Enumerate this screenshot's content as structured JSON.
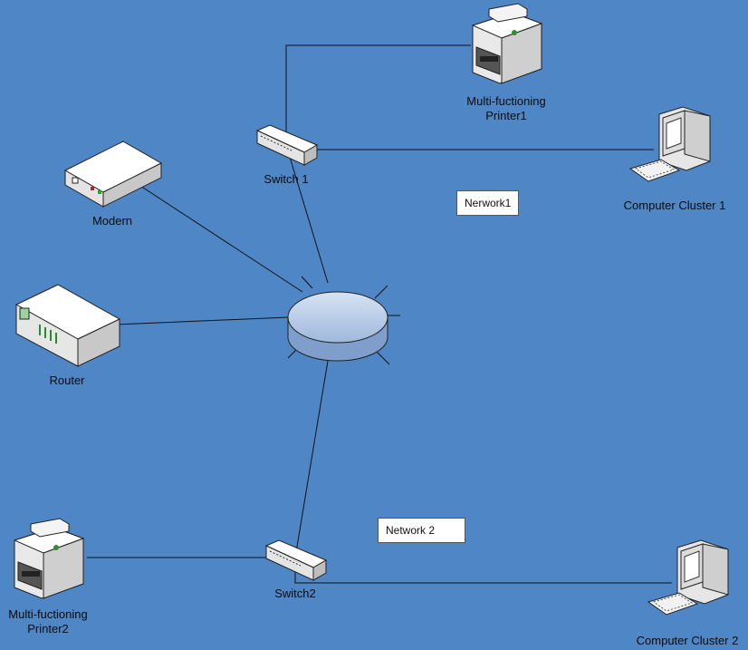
{
  "devices": {
    "printer1": {
      "label_line1": "Multi-fuctioning",
      "label_line2": "Printer1",
      "icon": "printer-icon"
    },
    "computer1": {
      "label": "Computer Cluster 1",
      "icon": "computer-icon"
    },
    "switch1": {
      "label": "Switch 1",
      "icon": "switch-icon"
    },
    "modem": {
      "label": "Modern",
      "icon": "modem-icon"
    },
    "router": {
      "label": "Router",
      "icon": "router-icon"
    },
    "hub": {
      "icon": "hub-icon"
    },
    "printer2": {
      "label_line1": "Multi-fuctioning",
      "label_line2": "Printer2",
      "icon": "printer-icon"
    },
    "switch2": {
      "label": "Switch2",
      "icon": "switch-icon"
    },
    "computer2": {
      "label": "Computer Cluster 2",
      "icon": "computer-icon"
    }
  },
  "network_labels": {
    "network1": "Nerwork1",
    "network2": "Network 2"
  },
  "colors": {
    "background": "#4f87c6",
    "device_body": "#f2f2f2",
    "hub_fill": "#b9cde8"
  }
}
